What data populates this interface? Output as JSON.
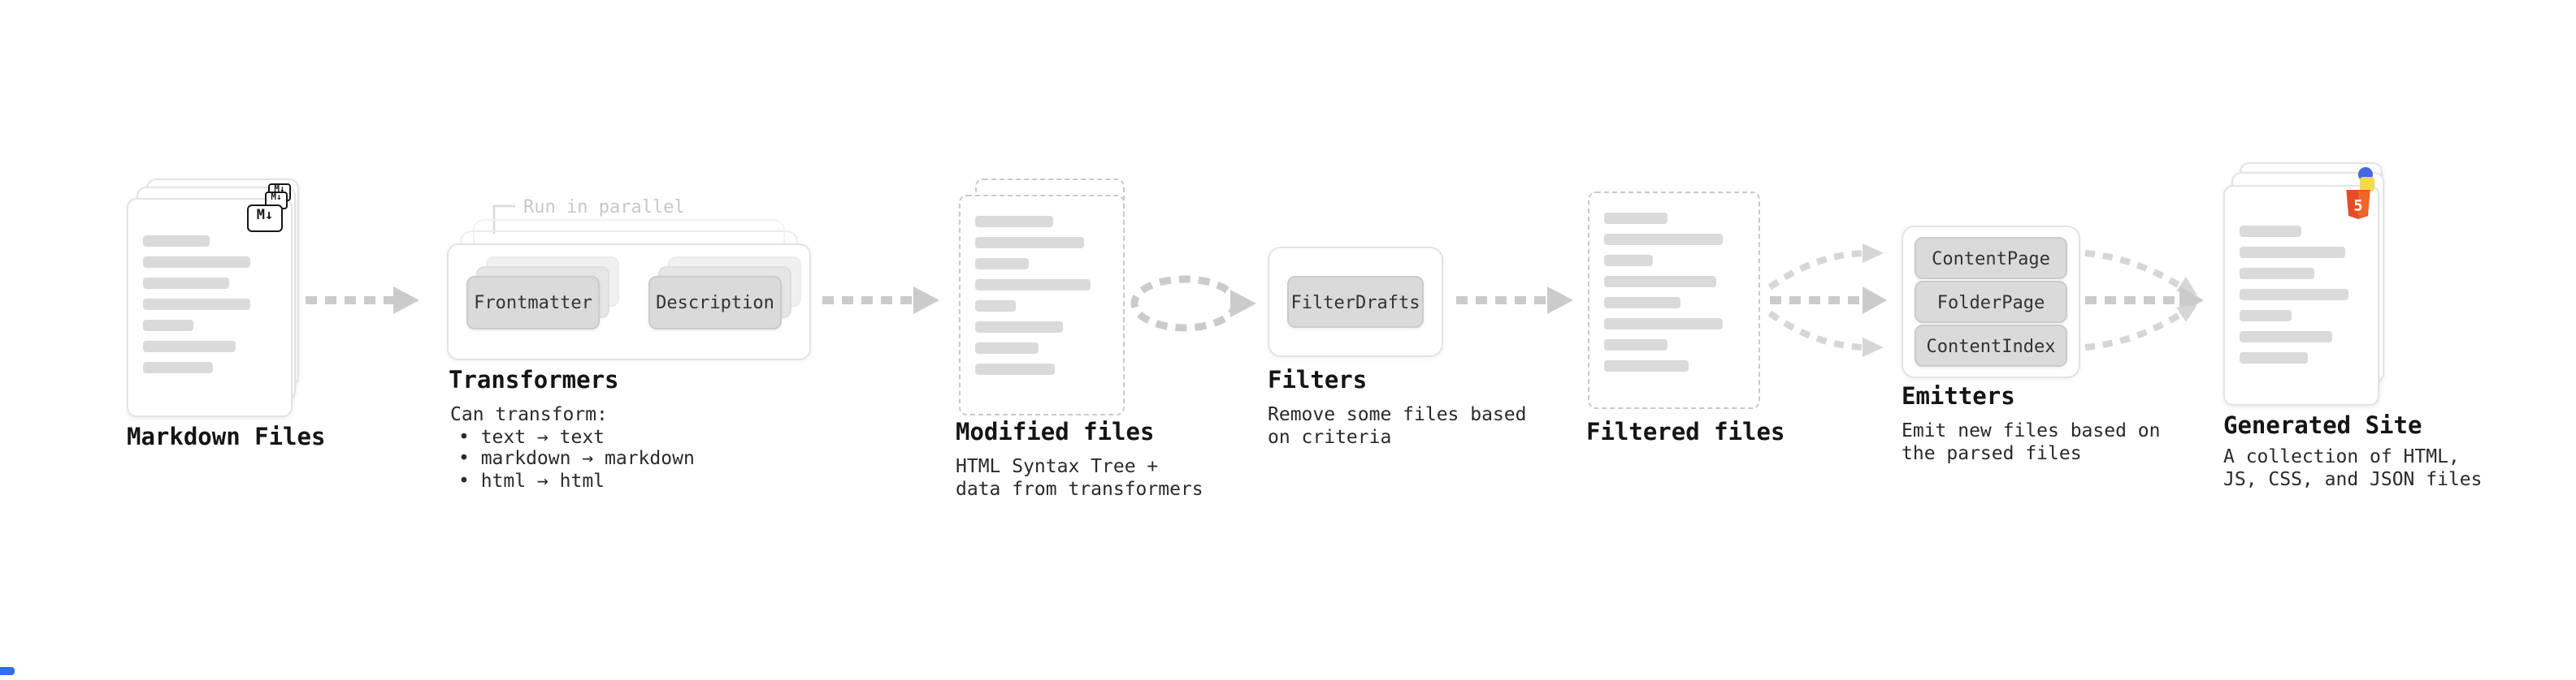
{
  "markdown_files": {
    "label": "Markdown Files",
    "badge": "M↓"
  },
  "transformers": {
    "parallel_note": "Run in parallel",
    "plugin1": "Frontmatter",
    "plugin2": "Description",
    "label": "Transformers",
    "caption_title": "Can transform:",
    "bullet1": "• text → text",
    "bullet2": "• markdown → markdown",
    "bullet3": "• html → html"
  },
  "modified_files": {
    "label": "Modified files",
    "caption1": "HTML Syntax Tree +",
    "caption2": "data from transformers"
  },
  "filters": {
    "label": "Filters",
    "plugin1": "FilterDrafts",
    "caption1": "Remove some files based",
    "caption2": "on criteria"
  },
  "filtered_files": {
    "label": "Filtered files"
  },
  "emitters": {
    "label": "Emitters",
    "plugin1": "ContentPage",
    "plugin2": "FolderPage",
    "plugin3": "ContentIndex",
    "caption1": "Emit new files based on",
    "caption2": "the parsed files"
  },
  "generated_site": {
    "label": "Generated Site",
    "badge": "5",
    "caption1": "A collection of HTML,",
    "caption2": "JS, CSS, and JSON files"
  },
  "colors": {
    "html5_badge": "#e44d26",
    "js_badge": "#f0db4f",
    "css_badge": "#4666e5",
    "arrow": "#cbcbcb",
    "skeleton": "#dadada"
  }
}
